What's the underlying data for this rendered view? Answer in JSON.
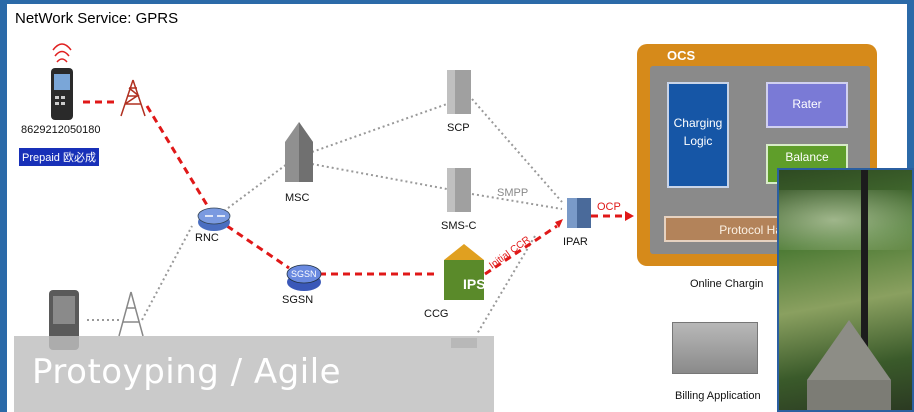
{
  "title": "NetWork Service: GPRS",
  "phone": {
    "number": "8629212050180",
    "prepaid": "Prepaid 欧必成"
  },
  "nodes": {
    "rnc": "RNC",
    "msc": "MSC",
    "scp": "SCP",
    "smsc": "SMS-C",
    "sgsn": "SGSN",
    "ccg": "CCG",
    "ipar": "IPAR",
    "ips": "IPS"
  },
  "links": {
    "smpp": "SMPP",
    "ocp": "OCP",
    "initial_ccr": "Initial CCR"
  },
  "ocs": {
    "title": "OCS",
    "charging_logic": [
      "Charging",
      "Logic"
    ],
    "rater": "Rater",
    "balance": "Balance",
    "protocol": "Protocol Handle",
    "caption": "Online Chargin"
  },
  "billing": {
    "caption": "Billing Application"
  },
  "overlay": {
    "text": "Protoyping / Agile"
  },
  "colors": {
    "frame": "#2b6aa8",
    "ocs_orange": "#d68a1a",
    "link_red": "#e01818",
    "prepaid_blue": "#1830b8"
  }
}
